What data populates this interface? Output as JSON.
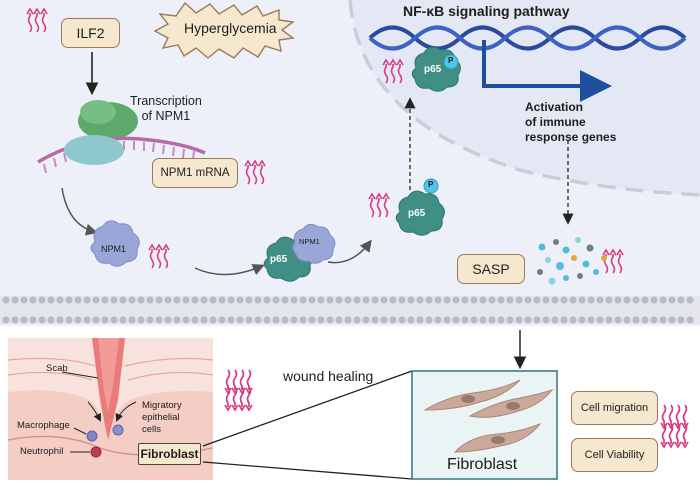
{
  "labels": {
    "ilf2": "ILF2",
    "hyperglycemia": "Hyperglycemia",
    "transcription_line1": "Transcription",
    "transcription_line2": "of NPM1",
    "npm1_mrna": "NPM1 mRNA",
    "npm1": "NPM1",
    "p65": "p65",
    "phospho": "P",
    "nfkb_title": "NF-κB signaling pathway",
    "activation_line1": "Activation",
    "activation_line2": "of immune",
    "activation_line3": "response genes",
    "sasp": "SASP",
    "wound_healing": "wound healing",
    "scab": "Scab",
    "macrophage": "Macrophage",
    "neutrophil": "Neutrophil",
    "migratory_line1": "Migratory",
    "migratory_line2": "epithelial",
    "migratory_line3": "cells",
    "fibroblast_box": "Fibroblast",
    "fibroblast_panel": "Fibroblast",
    "cell_migration": "Cell migration",
    "cell_viability": "Cell Viability"
  },
  "colors": {
    "background": "#eef0f9",
    "nucleus": "#e6e9f6",
    "label_box_fill": "#f6e8cf",
    "label_box_border": "#9a7a58",
    "increase_arrows": "#d63a83",
    "decrease_arrows": "#d63a83",
    "dna_strand": "#2a4a9e",
    "arrow_blue": "#1f4e9c",
    "p65_protein": "#3f8f85",
    "npm1_protein": "#9aa6d8",
    "phospho_badge": "#53c3e8",
    "membrane": "#b5bcc6",
    "tissue_pink": "#f2c2bd",
    "fibroblast_cell": "#caa99a"
  },
  "icons": [
    "increase-arrows-icon",
    "decrease-arrows-icon",
    "dna-icon",
    "ribosome-icon",
    "mrna-icon",
    "p65-protein-icon",
    "npm1-protein-icon",
    "phosphate-icon",
    "membrane-icon",
    "skin-wound-icon",
    "fibroblast-cell-icon",
    "sasp-particles-icon"
  ]
}
